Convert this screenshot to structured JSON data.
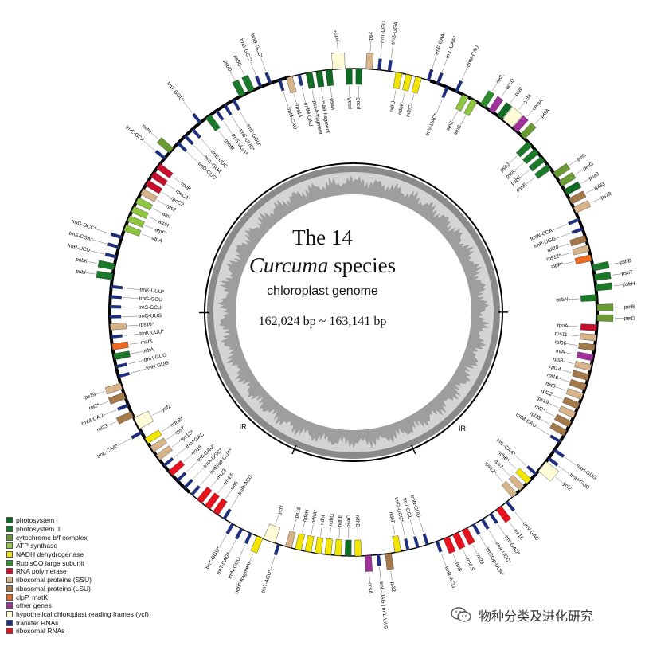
{
  "title": {
    "line1": "The 14",
    "line2_italic": "Curcuma",
    "line2_rest": " species",
    "line3": "chloroplast genome",
    "line4": "162,024 bp ~ 163,141 bp"
  },
  "ir_labels": [
    "IR",
    "IR"
  ],
  "legend": [
    {
      "label": "photosystem I",
      "color": "#0f6b23"
    },
    {
      "label": "photosystem II",
      "color": "#1a7a2a"
    },
    {
      "label": "cytochrome b/f complex",
      "color": "#6a9a32"
    },
    {
      "label": "ATP synthase",
      "color": "#8ec63f"
    },
    {
      "label": "NADH dehydrogenase",
      "color": "#f2e600"
    },
    {
      "label": "RubisCO large subunit",
      "color": "#2e8b2e"
    },
    {
      "label": "RNA polymerase",
      "color": "#c8102e"
    },
    {
      "label": "ribosomal proteins (SSU)",
      "color": "#d8b48a"
    },
    {
      "label": "ribosomal proteins (LSU)",
      "color": "#a57a4a"
    },
    {
      "label": "clpP, matK",
      "color": "#ee6a1f"
    },
    {
      "label": "other genes",
      "color": "#a0309a"
    },
    {
      "label": "hypothetical chloroplast reading frames (ycf)",
      "color": "#fffbd6"
    },
    {
      "label": "transfer RNAs",
      "color": "#1b2f86"
    },
    {
      "label": "ribosomal RNAs",
      "color": "#e8121f"
    }
  ],
  "watermark": "物种分类及进化研究",
  "colors": {
    "backbone": "#000000",
    "gc_ring": "#9e9e9e",
    "gc_inner": "#d4d4d4"
  },
  "genes": [
    {
      "name": "ycf3*",
      "type": "ycf",
      "out": true
    },
    {
      "name": "psaA",
      "type": "psi",
      "out": false
    },
    {
      "name": "psaB",
      "type": "psi",
      "out": false
    },
    {
      "name": "rps4",
      "type": "ssu",
      "out": true
    },
    {
      "name": "trnT-UGU",
      "type": "trna",
      "out": true
    },
    {
      "name": "trnS-GGA",
      "type": "trna",
      "out": true
    },
    {
      "name": "ndhJ",
      "type": "ndh",
      "out": false
    },
    {
      "name": "ndhK",
      "type": "ndh",
      "out": false
    },
    {
      "name": "ndhC",
      "type": "ndh",
      "out": false
    },
    {
      "name": "trnF-GAA",
      "type": "trna",
      "out": true
    },
    {
      "name": "trnL-UAA*",
      "type": "trna",
      "out": true
    },
    {
      "name": "trnV-UAC*",
      "type": "trna",
      "out": false
    },
    {
      "name": "trnM-CAU",
      "type": "trna",
      "out": true
    },
    {
      "name": "atpE",
      "type": "atp",
      "out": false
    },
    {
      "name": "atpB",
      "type": "atp",
      "out": false
    },
    {
      "name": "rbcL",
      "type": "rbc",
      "out": true
    },
    {
      "name": "accD",
      "type": "other",
      "out": true
    },
    {
      "name": "psaI",
      "type": "psi",
      "out": true
    },
    {
      "name": "ycf4",
      "type": "ycf",
      "out": true
    },
    {
      "name": "cemA",
      "type": "other",
      "out": true
    },
    {
      "name": "petA",
      "type": "cyt",
      "out": true
    },
    {
      "name": "psbJ",
      "type": "psii",
      "out": false
    },
    {
      "name": "psbL",
      "type": "psii",
      "out": false
    },
    {
      "name": "psbF",
      "type": "psii",
      "out": false
    },
    {
      "name": "psbE",
      "type": "psii",
      "out": false
    },
    {
      "name": "petL",
      "type": "cyt",
      "out": true
    },
    {
      "name": "petG",
      "type": "cyt",
      "out": true
    },
    {
      "name": "psaJ",
      "type": "psi",
      "out": true
    },
    {
      "name": "rpl33",
      "type": "lsu",
      "out": true
    },
    {
      "name": "rps18",
      "type": "ssu",
      "out": true
    },
    {
      "name": "trnW-CCA",
      "type": "trna",
      "out": false
    },
    {
      "name": "trnP-UGG",
      "type": "trna",
      "out": false
    },
    {
      "name": "rpl20",
      "type": "lsu",
      "out": false
    },
    {
      "name": "rps12*",
      "type": "ssu",
      "out": false
    },
    {
      "name": "clpP*",
      "type": "clp",
      "out": false
    },
    {
      "name": "psbB",
      "type": "psii",
      "out": true
    },
    {
      "name": "psbT",
      "type": "psii",
      "out": true
    },
    {
      "name": "psbH",
      "type": "psii",
      "out": true
    },
    {
      "name": "psbN",
      "type": "psii",
      "out": false
    },
    {
      "name": "petB",
      "type": "cyt",
      "out": true
    },
    {
      "name": "petD",
      "type": "cyt",
      "out": true
    },
    {
      "name": "rpoA",
      "type": "rpo",
      "out": false
    },
    {
      "name": "rps11",
      "type": "ssu",
      "out": false
    },
    {
      "name": "rpl36",
      "type": "lsu",
      "out": false
    },
    {
      "name": "infA",
      "type": "other",
      "out": false
    },
    {
      "name": "rps8",
      "type": "ssu",
      "out": false
    },
    {
      "name": "rpl14",
      "type": "lsu",
      "out": false
    },
    {
      "name": "rpl16",
      "type": "lsu",
      "out": false
    },
    {
      "name": "rps3",
      "type": "ssu",
      "out": false
    },
    {
      "name": "rpl22",
      "type": "lsu",
      "out": false
    },
    {
      "name": "rps19",
      "type": "ssu",
      "out": false
    },
    {
      "name": "rpl2*",
      "type": "lsu",
      "out": false
    },
    {
      "name": "rpl23",
      "type": "lsu",
      "out": false
    },
    {
      "name": "trnM-CAU",
      "type": "trna",
      "out": false
    },
    {
      "name": "trnH-GUG",
      "type": "trna",
      "out": true
    },
    {
      "name": "trnH-GUG",
      "type": "trna",
      "out": true
    },
    {
      "name": "ycf2",
      "type": "ycf",
      "out": true
    },
    {
      "name": "trnL-CAA*",
      "type": "trna",
      "out": false
    },
    {
      "name": "ndhB*",
      "type": "ndh",
      "out": false
    },
    {
      "name": "rps7",
      "type": "ssu",
      "out": false
    },
    {
      "name": "rps12*",
      "type": "ssu",
      "out": false
    },
    {
      "name": "trnV-GAC",
      "type": "trna",
      "out": true
    },
    {
      "name": "rrn16",
      "type": "rrna",
      "out": true
    },
    {
      "name": "trnI-GAU*",
      "type": "trna",
      "out": true
    },
    {
      "name": "trnA-UGC*",
      "type": "trna",
      "out": true
    },
    {
      "name": "trnStop-UUA*",
      "type": "trna",
      "out": true
    },
    {
      "name": "rrn23",
      "type": "rrna",
      "out": true
    },
    {
      "name": "rrn4.5",
      "type": "rrna",
      "out": true
    },
    {
      "name": "rrn5",
      "type": "rrna",
      "out": true
    },
    {
      "name": "trnR-ACG",
      "type": "trna",
      "out": true
    },
    {
      "name": "trnN-GUU",
      "type": "trna",
      "out": false
    },
    {
      "name": "trnT-GGU",
      "type": "trna",
      "out": false
    },
    {
      "name": "trnG-GCC*",
      "type": "trna",
      "out": false
    },
    {
      "name": "ndhF",
      "type": "ndh",
      "out": false
    },
    {
      "name": "rpl32",
      "type": "lsu",
      "out": true
    },
    {
      "name": "trnL-UAG | trnL-UAG",
      "type": "trna",
      "out": true
    },
    {
      "name": "ccsA",
      "type": "other",
      "out": true
    },
    {
      "name": "ndhD",
      "type": "ndh",
      "out": false
    },
    {
      "name": "psaC",
      "type": "psi",
      "out": false
    },
    {
      "name": "ndhE",
      "type": "ndh",
      "out": false
    },
    {
      "name": "ndhG",
      "type": "ndh",
      "out": false
    },
    {
      "name": "ndhI",
      "type": "ndh",
      "out": false
    },
    {
      "name": "ndhA*",
      "type": "ndh",
      "out": false
    },
    {
      "name": "ndhH",
      "type": "ndh",
      "out": false
    },
    {
      "name": "rps15",
      "type": "ssu",
      "out": false
    },
    {
      "name": "trnT-AGU*",
      "type": "trna",
      "out": true
    },
    {
      "name": "ycf1",
      "type": "ycf",
      "out": false
    },
    {
      "name": "ndhF-fragment",
      "type": "ndh",
      "out": true
    },
    {
      "name": "trnN-GUU",
      "type": "trna",
      "out": true
    },
    {
      "name": "trnT-CAG*",
      "type": "trna",
      "out": true
    },
    {
      "name": "trnT-GGU*",
      "type": "trna",
      "out": true
    },
    {
      "name": "trnR-ACG",
      "type": "trna",
      "out": false
    },
    {
      "name": "rrn5",
      "type": "rrna",
      "out": false
    },
    {
      "name": "rrn4.5",
      "type": "rrna",
      "out": false
    },
    {
      "name": "rrn23",
      "type": "rrna",
      "out": false
    },
    {
      "name": "trnStop-UUA*",
      "type": "trna",
      "out": false
    },
    {
      "name": "trnA-UGC*",
      "type": "trna",
      "out": false
    },
    {
      "name": "trnI-GAU*",
      "type": "trna",
      "out": false
    },
    {
      "name": "rrn16",
      "type": "rrna",
      "out": false
    },
    {
      "name": "trnV-GAC",
      "type": "trna",
      "out": false
    },
    {
      "name": "rps12*",
      "type": "ssu",
      "out": false
    },
    {
      "name": "rps7",
      "type": "ssu",
      "out": false
    },
    {
      "name": "ndhB*",
      "type": "ndh",
      "out": false
    },
    {
      "name": "trnL-CAA*",
      "type": "trna",
      "out": true
    },
    {
      "name": "ycf2",
      "type": "ycf",
      "out": false
    },
    {
      "name": "rpl23",
      "type": "lsu",
      "out": true
    },
    {
      "name": "trnM-CAU",
      "type": "trna",
      "out": true
    },
    {
      "name": "rpl2*",
      "type": "lsu",
      "out": true
    },
    {
      "name": "rps19",
      "type": "ssu",
      "out": true
    },
    {
      "name": "trnH-GUG",
      "type": "trna",
      "out": false
    },
    {
      "name": "trnH-GUG",
      "type": "trna",
      "out": false
    },
    {
      "name": "psbA",
      "type": "psii",
      "out": false
    },
    {
      "name": "matK",
      "type": "clp",
      "out": false
    },
    {
      "name": "trnK-UUU*",
      "type": "trna",
      "out": false
    },
    {
      "name": "rps16*",
      "type": "ssu",
      "out": false
    },
    {
      "name": "trnQ-UUG",
      "type": "trna",
      "out": false
    },
    {
      "name": "trnS-GCU",
      "type": "trna",
      "out": false
    },
    {
      "name": "trnG-GCU",
      "type": "trna",
      "out": false
    },
    {
      "name": "trnK-UUU*",
      "type": "trna",
      "out": false
    },
    {
      "name": "psbI",
      "type": "psii",
      "out": true
    },
    {
      "name": "psbK",
      "type": "psii",
      "out": true
    },
    {
      "name": "trnR-UCU",
      "type": "trna",
      "out": true
    },
    {
      "name": "trnS-CGA*",
      "type": "trna",
      "out": true
    },
    {
      "name": "trnG-GCC*",
      "type": "trna",
      "out": true
    },
    {
      "name": "atpA",
      "type": "atp",
      "out": false
    },
    {
      "name": "atpF*",
      "type": "atp",
      "out": false
    },
    {
      "name": "atpH",
      "type": "atp",
      "out": false
    },
    {
      "name": "atpI",
      "type": "atp",
      "out": false
    },
    {
      "name": "rps2",
      "type": "ssu",
      "out": false
    },
    {
      "name": "rpoC2",
      "type": "rpo",
      "out": false
    },
    {
      "name": "rpoC1*",
      "type": "rpo",
      "out": false
    },
    {
      "name": "rpoB",
      "type": "rpo",
      "out": false
    },
    {
      "name": "trnC-GCA",
      "type": "trna",
      "out": true
    },
    {
      "name": "petN",
      "type": "cyt",
      "out": true
    },
    {
      "name": "trnD-GUC",
      "type": "trna",
      "out": false
    },
    {
      "name": "trnY-GUA",
      "type": "trna",
      "out": false
    },
    {
      "name": "trnE-UUC",
      "type": "trna",
      "out": false
    },
    {
      "name": "trnT-GGU*",
      "type": "trna",
      "out": true
    },
    {
      "name": "psbM",
      "type": "psii",
      "out": false
    },
    {
      "name": "trnS-UGA*",
      "type": "trna",
      "out": false
    },
    {
      "name": "trnE-UUC*",
      "type": "trna",
      "out": false
    },
    {
      "name": "trnT-GGU*",
      "type": "trna",
      "out": false
    },
    {
      "name": "psbD",
      "type": "psii",
      "out": true
    },
    {
      "name": "psbC",
      "type": "psii",
      "out": true
    },
    {
      "name": "trnS-GCC*",
      "type": "trna",
      "out": true
    },
    {
      "name": "trnG-GCC*",
      "type": "trna",
      "out": true
    },
    {
      "name": "trnM-CAU",
      "type": "trna",
      "out": false
    },
    {
      "name": "rps14",
      "type": "ssu",
      "out": false
    },
    {
      "name": "trnfM-CAU",
      "type": "trna",
      "out": false
    },
    {
      "name": "psaA-fragment",
      "type": "psi",
      "out": false
    },
    {
      "name": "psaB-fragment",
      "type": "psi",
      "out": false
    },
    {
      "name": "psaA",
      "type": "psi",
      "out": false
    }
  ]
}
